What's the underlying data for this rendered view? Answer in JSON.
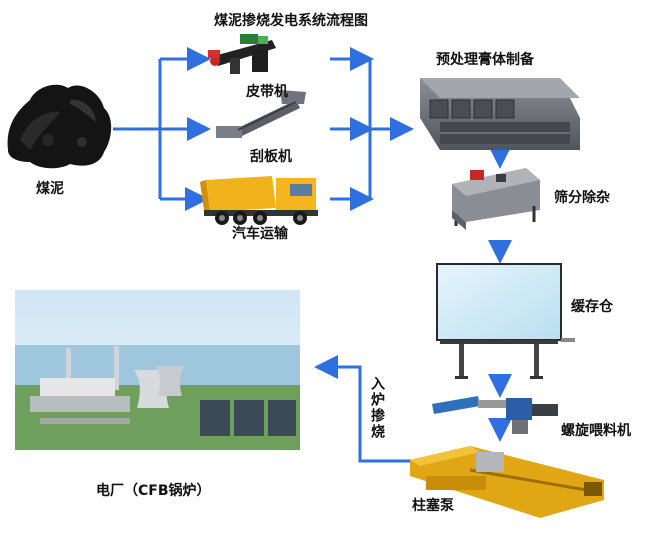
{
  "title": "煤泥掺烧发电系统流程图",
  "nodes": {
    "coal_slime": "煤泥",
    "belt_conveyor": "皮带机",
    "scraper_conveyor": "刮板机",
    "truck_transport": "汽车运输",
    "pretreatment": "预处理膏体制备",
    "screening": "筛分除杂",
    "buffer_silo": "缓存仓",
    "screw_feeder": "螺旋喂料机",
    "plunger_pump": "柱塞泵",
    "power_plant": "电厂（CFB锅炉）",
    "into_furnace": "入炉掺烧"
  },
  "colors": {
    "arrow": "#2f6fe0",
    "silo_fill": "#cfe9f7",
    "pump": "#e0a614",
    "truck": "#f2b21c"
  }
}
